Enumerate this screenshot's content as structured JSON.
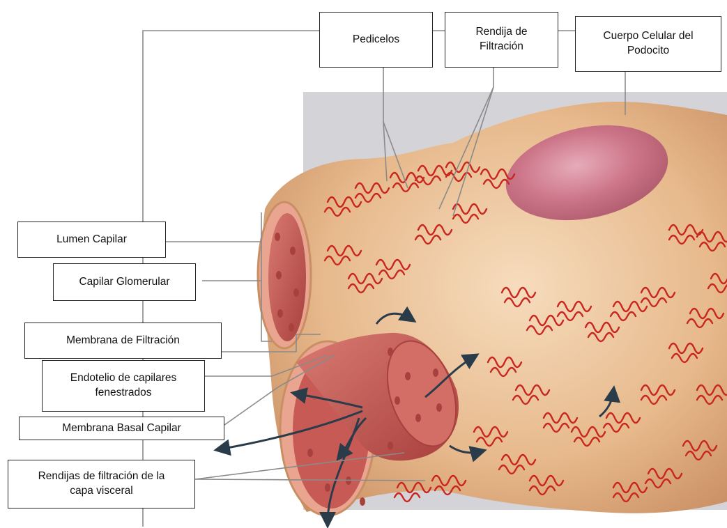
{
  "labels": {
    "pedicelos": "Pedicelos",
    "rendija_filtracion": "Rendija de\nFiltración",
    "cuerpo_celular": "Cuerpo Celular del\nPodocito",
    "lumen_capilar": "Lumen Capilar",
    "capilar_glomerular": "Capilar Glomerular",
    "membrana_filtracion": "Membrana de Filtración",
    "endotelio": "Endotelio de capilares\nfenestrados",
    "membrana_basal": "Membrana Basal Capilar",
    "rendijas_visceral": "Rendijas de filtración de la\ncapa visceral"
  },
  "colors": {
    "backdrop": "#d4d4d8",
    "tissue": "#e7b98c",
    "tissue_dark": "#c98f63",
    "tissue_light": "#f6dcbd",
    "slit_red": "#c8261f",
    "vessel_inner": "#c85a55",
    "vessel_deep": "#a8403d",
    "nucleus": "#c96d87",
    "arrow": "#2a3b4a",
    "leader": "#8a8a8a"
  },
  "icons": [
    "flow-arrow-icon"
  ]
}
